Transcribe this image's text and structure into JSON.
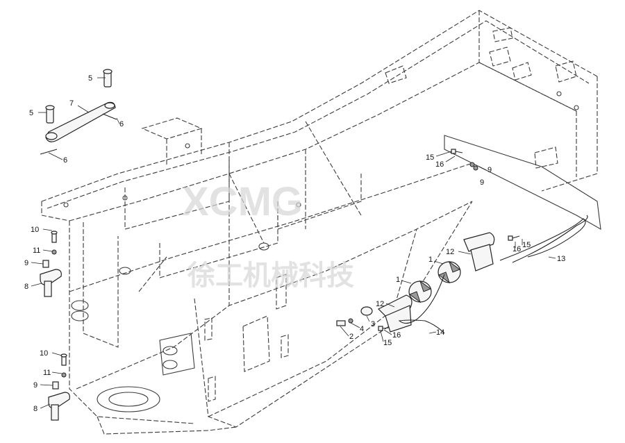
{
  "watermark": {
    "logo": "XCMG",
    "subtitle": "徐工机械科技"
  },
  "callouts": [
    {
      "id": "c-5a",
      "label": "5"
    },
    {
      "id": "c-5b",
      "label": "5"
    },
    {
      "id": "c-7",
      "label": "7"
    },
    {
      "id": "c-6a",
      "label": "6"
    },
    {
      "id": "c-6b",
      "label": "6"
    },
    {
      "id": "c-10a",
      "label": "10"
    },
    {
      "id": "c-11a",
      "label": "11"
    },
    {
      "id": "c-9a",
      "label": "9"
    },
    {
      "id": "c-8a",
      "label": "8"
    },
    {
      "id": "c-10b",
      "label": "10"
    },
    {
      "id": "c-11b",
      "label": "11"
    },
    {
      "id": "c-9b",
      "label": "9"
    },
    {
      "id": "c-8b",
      "label": "8"
    },
    {
      "id": "c-15a",
      "label": "15"
    },
    {
      "id": "c-16a",
      "label": "16"
    },
    {
      "id": "c-9c",
      "label": "9"
    },
    {
      "id": "c-9d",
      "label": "9"
    },
    {
      "id": "c-12a",
      "label": "12"
    },
    {
      "id": "c-16b",
      "label": "16"
    },
    {
      "id": "c-15b",
      "label": "15"
    },
    {
      "id": "c-13",
      "label": "13"
    },
    {
      "id": "c-1a",
      "label": "1"
    },
    {
      "id": "c-1b",
      "label": "1"
    },
    {
      "id": "c-12b",
      "label": "12"
    },
    {
      "id": "c-3",
      "label": "3"
    },
    {
      "id": "c-4",
      "label": "4"
    },
    {
      "id": "c-2",
      "label": "2"
    },
    {
      "id": "c-16c",
      "label": "16"
    },
    {
      "id": "c-15c",
      "label": "15"
    },
    {
      "id": "c-14",
      "label": "14"
    }
  ]
}
